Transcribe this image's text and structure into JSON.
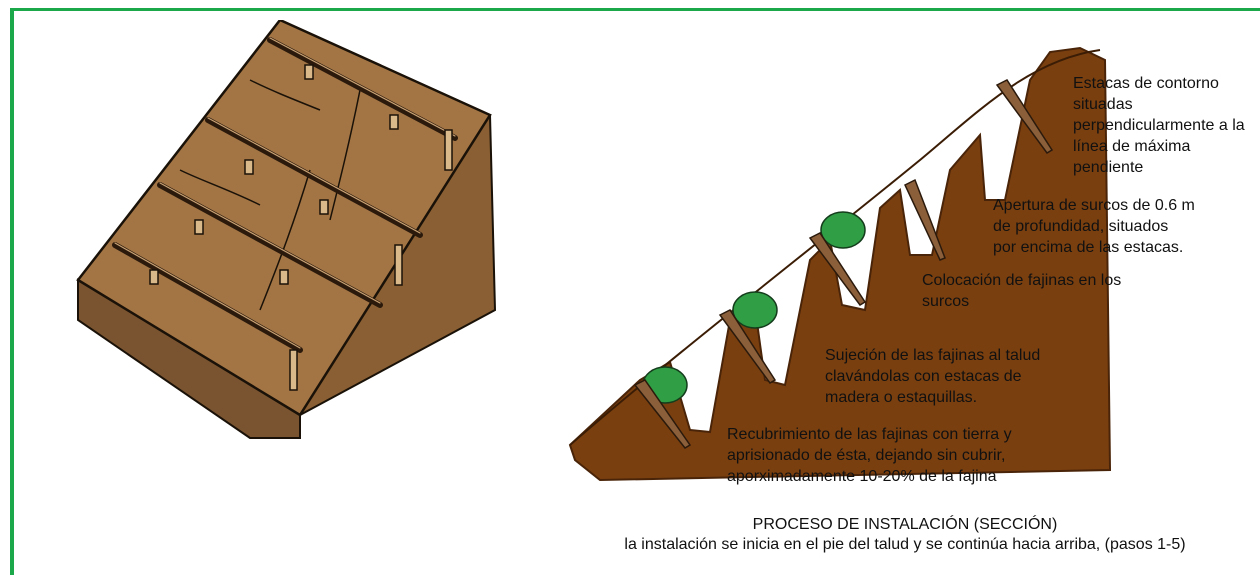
{
  "colors": {
    "frame": "#1aa84a",
    "soil_block": "#9a6f3e",
    "soil_dark": "#6d4a27",
    "soil_section": "#7a3f0f",
    "vegetation": "#2f9e45",
    "stake": "#7b5633"
  },
  "labels": {
    "step1": "Estacas de contorno\nsituadas\nperpendicularmente a la\nlínea de máxima\npendiente",
    "step2": "Apertura de surcos de 0.6 m\nde profundidad, situados\npor encima de las estacas.",
    "step3": "Colocación de fajinas en los\nsurcos",
    "step4": "Sujeción de las fajinas al talud\nclavándolas con estacas de\nmadera o estaquillas.",
    "step5": "Recubrimiento de las fajinas con tierra y\naprisionado de ésta, dejando sin cubrir,\naporximadamente 10-20% de la fajina"
  },
  "caption": {
    "title": "PROCESO DE INSTALACIÓN (SECCIÓN)",
    "subtitle": "la instalación se inicia en el pie del talud y se continúa hacia arriba, (pasos 1-5)"
  }
}
